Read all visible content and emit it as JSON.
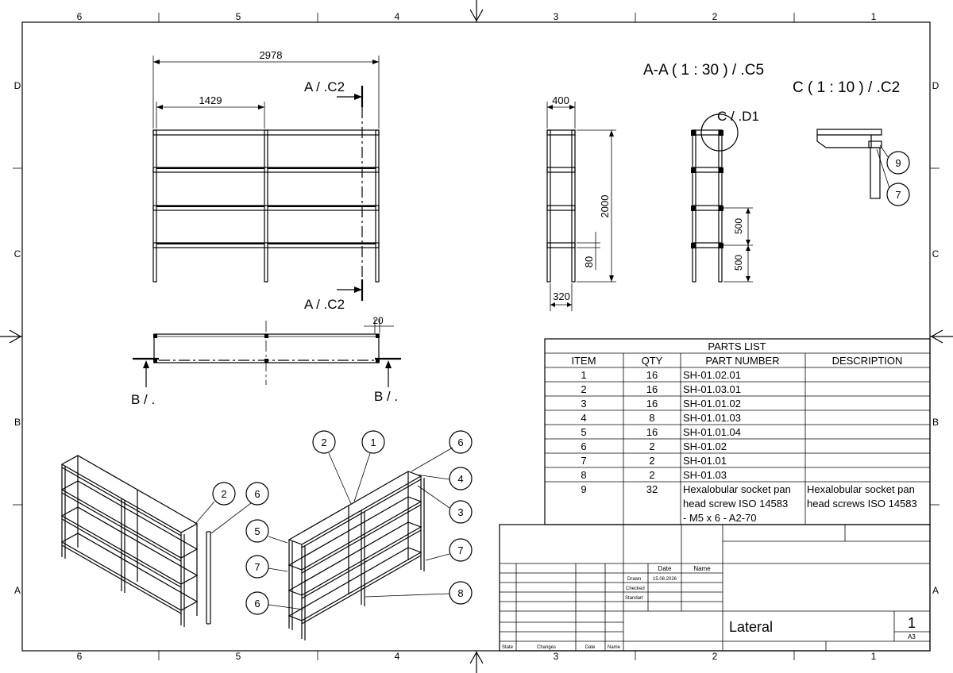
{
  "border": {
    "columns": [
      "6",
      "5",
      "4",
      "3",
      "2",
      "1"
    ],
    "rows": [
      "D",
      "C",
      "B",
      "A"
    ]
  },
  "front_view": {
    "dim_overall": "2978",
    "dim_bay": "1429",
    "section_label_top": "A / .C2",
    "section_label_bottom": "A / .C2"
  },
  "top_view": {
    "dim_post": "20",
    "view_label_left": "B / .",
    "view_label_right": "B / ."
  },
  "side_view": {
    "dim_depth": "400",
    "dim_height": "2000",
    "dim_shelf": "80",
    "dim_base": "320"
  },
  "section_view": {
    "title": "A-A ( 1 : 30 ) / .C5",
    "detail_callout": "C / .D1",
    "dim_spacing_upper": "500",
    "dim_spacing_lower": "500"
  },
  "detail_view": {
    "title": "C ( 1 : 10 ) / .C2",
    "balloons": [
      "9",
      "7"
    ]
  },
  "iso_views": {
    "left_balloons": [
      "2",
      "6"
    ],
    "right_balloons": [
      "2",
      "1",
      "6",
      "4",
      "3",
      "5",
      "7",
      "7",
      "8",
      "6"
    ]
  },
  "parts_list": {
    "title": "PARTS LIST",
    "headers": [
      "ITEM",
      "QTY",
      "PART NUMBER",
      "DESCRIPTION"
    ],
    "rows": [
      {
        "item": "1",
        "qty": "16",
        "part": "SH-01.02.01",
        "desc": ""
      },
      {
        "item": "2",
        "qty": "16",
        "part": "SH-01.03.01",
        "desc": ""
      },
      {
        "item": "3",
        "qty": "16",
        "part": "SH-01.01.02",
        "desc": ""
      },
      {
        "item": "4",
        "qty": "8",
        "part": "SH-01.01.03",
        "desc": ""
      },
      {
        "item": "5",
        "qty": "16",
        "part": "SH-01.01.04",
        "desc": ""
      },
      {
        "item": "6",
        "qty": "2",
        "part": "SH-01.02",
        "desc": ""
      },
      {
        "item": "7",
        "qty": "2",
        "part": "SH-01.01",
        "desc": ""
      },
      {
        "item": "8",
        "qty": "2",
        "part": "SH-01.03",
        "desc": ""
      },
      {
        "item": "9",
        "qty": "32",
        "part": [
          "Hexalobular socket pan",
          "head screw ISO 14583",
          "- M5 x 6 - A2-70"
        ],
        "desc": [
          "Hexalobular socket pan",
          "head screws ISO 14583"
        ]
      }
    ]
  },
  "title_block": {
    "col_date": "Date",
    "col_name": "Name",
    "drawn": "Drawn",
    "drawn_date": "15.08.2026",
    "checked": "Checked",
    "standard": "Standart",
    "rev_state": "State",
    "rev_changes": "Changes",
    "rev_date": "Date",
    "rev_name": "Name",
    "drawing_title": "Lateral",
    "sheet_number": "1",
    "sheet_format": "A3"
  }
}
